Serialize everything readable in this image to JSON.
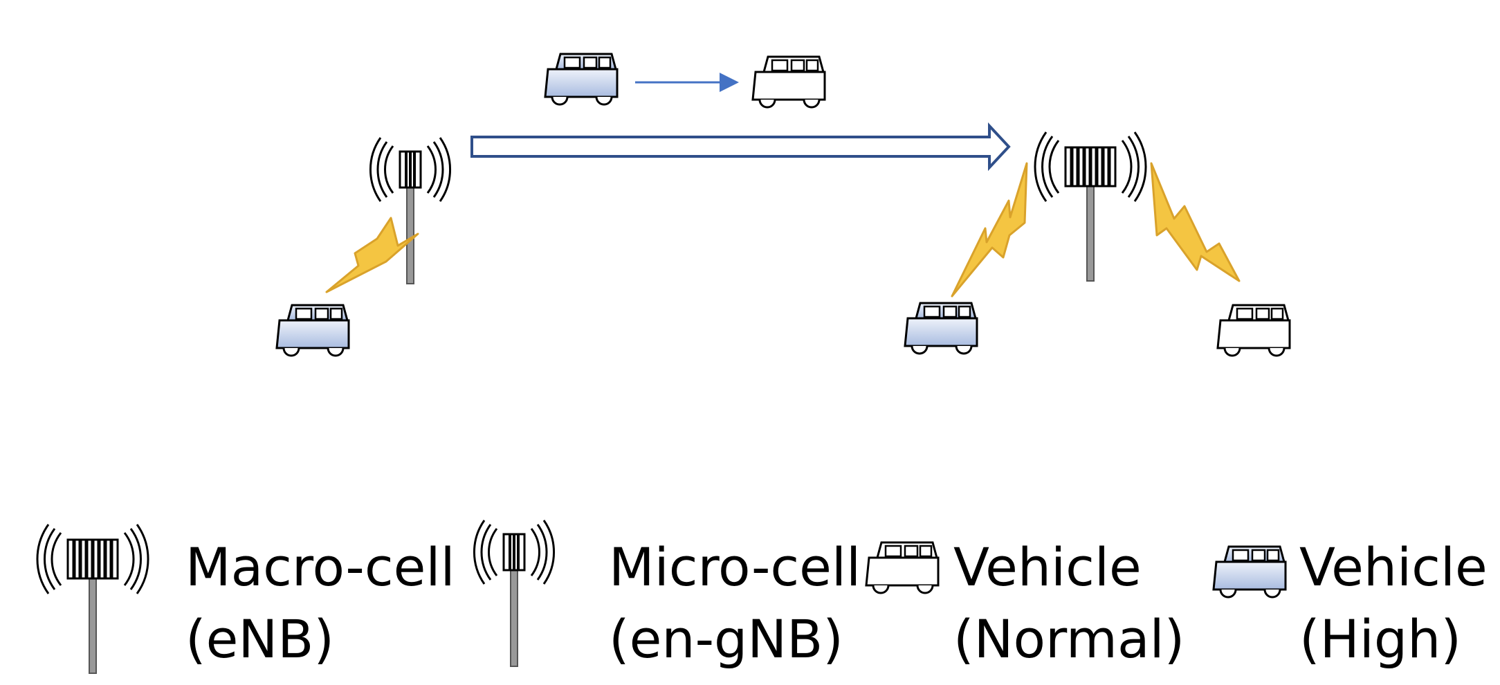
{
  "colors": {
    "high_vehicle_fill_top": "#eef2fa",
    "high_vehicle_fill_bottom": "#a9bce0",
    "normal_vehicle_fill": "#ffffff",
    "lightning_fill": "#f4c542",
    "lightning_stroke": "#d9a22b",
    "migration_arrow_stroke": "#2f4f8a",
    "small_arrow": "#4472c4",
    "outline": "#000000"
  },
  "icons": {
    "macro_cell": "macro-cell-tower-icon",
    "micro_cell": "micro-cell-tower-icon",
    "vehicle_normal": "vehicle-normal-icon",
    "vehicle_high": "vehicle-high-icon",
    "link": "wireless-link-lightning-icon"
  },
  "legend": {
    "macro_cell": {
      "line1": "Macro-cell",
      "line2": "(eNB)"
    },
    "micro_cell": {
      "line1": "Micro-cell",
      "line2": "(en-gNB)"
    },
    "vehicle_normal": {
      "line1": "Vehicle",
      "line2": "(Normal)"
    },
    "vehicle_high": {
      "line1": "Vehicle",
      "line2": "(High)"
    }
  }
}
